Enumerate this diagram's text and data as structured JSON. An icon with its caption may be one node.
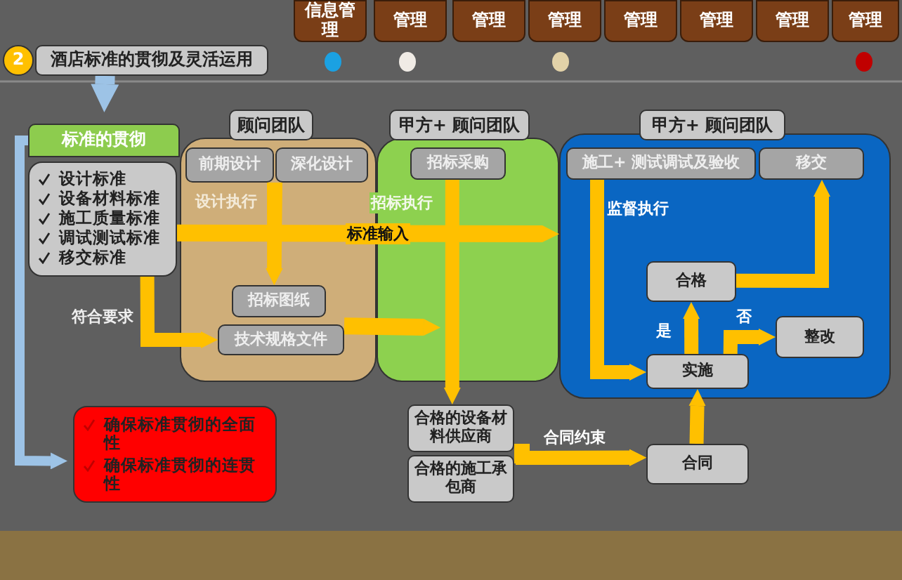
{
  "diagram": {
    "nodes": [
      {
        "text": [
          "2"
        ]
      },
      {
        "text": [
          "酒店标准的贯彻及灵活运用"
        ]
      },
      {
        "text": [
          "信息管理"
        ]
      },
      {
        "text": [
          "管理"
        ]
      },
      {
        "text": [
          "管理"
        ]
      },
      {
        "text": [
          "管理"
        ]
      },
      {
        "text": [
          "管理"
        ]
      },
      {
        "text": [
          "管理"
        ]
      },
      {
        "text": [
          "管理"
        ]
      },
      {
        "text": [
          "管理"
        ]
      },
      {
        "text": [
          "标准的贯彻"
        ]
      },
      {
        "text": [
          "设计标准",
          "设备材料标准",
          "施工质量标准",
          "调试测试标准",
          "移交标准"
        ]
      },
      {
        "text": [
          "顾问团队"
        ]
      },
      {
        "text": [
          "前期设计"
        ],
        "in": 12
      },
      {
        "text": [
          "深化设计"
        ],
        "in": 12
      },
      {
        "text": [
          "招标图纸"
        ],
        "in": 12
      },
      {
        "text": [
          "技术规格文件"
        ],
        "in": 12
      },
      {
        "text": [
          "甲方+ 顾问团队"
        ]
      },
      {
        "text": [
          "招标采购"
        ],
        "in": 17
      },
      {
        "text": [
          "甲方+ 顾问团队"
        ]
      },
      {
        "text": [
          "施工+ 测试调试及验收"
        ],
        "in": 19
      },
      {
        "text": [
          "移交"
        ],
        "in": 19
      },
      {
        "text": [
          "合格"
        ],
        "in": 19
      },
      {
        "text": [
          "实施"
        ],
        "in": 19
      },
      {
        "text": [
          "整改"
        ],
        "in": 19
      },
      {
        "text": [
          "合格的设备材料供应商"
        ]
      },
      {
        "text": [
          "合格的施工承包商"
        ]
      },
      {
        "text": [
          "合同"
        ]
      },
      {
        "text": [
          "确保标准贯彻的全面性",
          "确保标准贯彻的连贯性"
        ]
      }
    ],
    "edges": [
      {
        "from": 1,
        "to": 10,
        "arrow": "to",
        "color": "#9dc3e6"
      },
      {
        "from": 10,
        "to": 28,
        "arrow": "to",
        "color": "#9dc3e6"
      },
      {
        "from": 11,
        "to": 16,
        "arrow": "to",
        "label": "符合要求"
      },
      {
        "from": 13,
        "to": 15,
        "arrow": "to",
        "label": "设计执行"
      },
      {
        "from": 14,
        "to": 15,
        "arrow": "to"
      },
      {
        "from": 11,
        "to": 19,
        "arrow": "to",
        "label": "标准输入"
      },
      {
        "from": 16,
        "to": 17,
        "arrow": "to"
      },
      {
        "from": 18,
        "to": 25,
        "arrow": "to",
        "label": "招标执行"
      },
      {
        "from": 20,
        "to": 23,
        "arrow": "to",
        "label": "监督执行"
      },
      {
        "from": 23,
        "to": 22,
        "arrow": "to",
        "label": "是"
      },
      {
        "from": 23,
        "to": 24,
        "arrow": "to",
        "label": "否"
      },
      {
        "from": 22,
        "to": 21,
        "arrow": "to"
      },
      {
        "from": 25,
        "to": 27,
        "arrow": "to",
        "label": "合同约束"
      },
      {
        "from": 26,
        "to": 27,
        "arrow": "to"
      },
      {
        "from": 27,
        "to": 23,
        "arrow": "to"
      }
    ]
  }
}
